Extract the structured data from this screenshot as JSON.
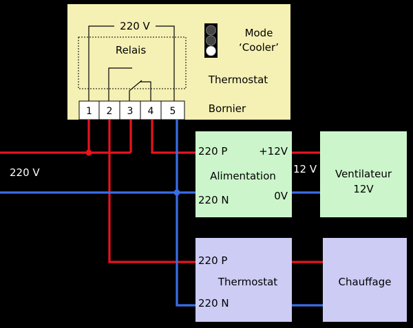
{
  "colors": {
    "background": "#000000",
    "thermostat_box": "#f5f0b4",
    "power_box": "#ccf5cc",
    "heating_box": "#ccccf5",
    "phase_wire": "#e8131e",
    "neutral_wire": "#3a6ee8"
  },
  "thermostat": {
    "voltage_label": "220 V",
    "relay_label": "Relais",
    "mode_label": "Mode",
    "mode_value": "‘Cooler’",
    "name": "Thermostat",
    "terminal_block_label": "Bornier",
    "terminals": [
      "1",
      "2",
      "3",
      "4",
      "5"
    ],
    "indicator_leds": [
      "dark",
      "dark",
      "white"
    ]
  },
  "mains_label": "220 V",
  "power_supply": {
    "name": "Alimentation",
    "in_phase": "220 P",
    "in_neutral": "220 N",
    "out_positive": "+12V",
    "out_ground": "0V"
  },
  "link_voltage_label": "12 V",
  "fan": {
    "line1": "Ventilateur",
    "line2": "12V"
  },
  "heating_thermostat": {
    "name": "Thermostat",
    "in_phase": "220 P",
    "in_neutral": "220 N"
  },
  "heater": {
    "name": "Chauffage"
  }
}
